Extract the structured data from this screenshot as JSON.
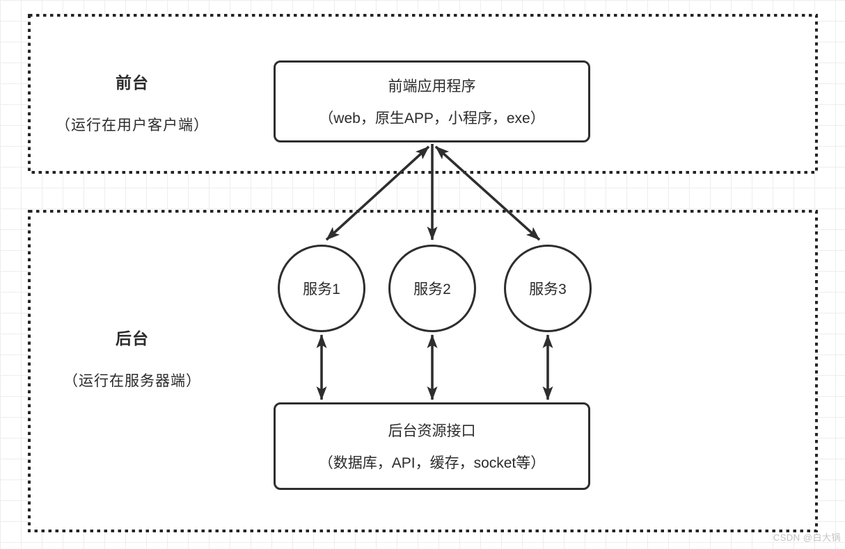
{
  "zones": {
    "frontend": {
      "title": "前台",
      "subtitle": "（运行在用户客户端）"
    },
    "backend": {
      "title": "后台",
      "subtitle": "（运行在服务器端）"
    }
  },
  "nodes": {
    "frontend_app": {
      "line1": "前端应用程序",
      "line2": "（web，原生APP，小程序，exe）"
    },
    "services": [
      {
        "label": "服务1"
      },
      {
        "label": "服务2"
      },
      {
        "label": "服务3"
      }
    ],
    "backend_resources": {
      "line1": "后台资源接口",
      "line2": "（数据库，API，缓存，socket等）"
    }
  },
  "watermark": "CSDN @白大锅",
  "colors": {
    "line": "#2e2e2e",
    "grid": "#ededed",
    "watermark": "#c4c4c4",
    "background": "#ffffff"
  }
}
